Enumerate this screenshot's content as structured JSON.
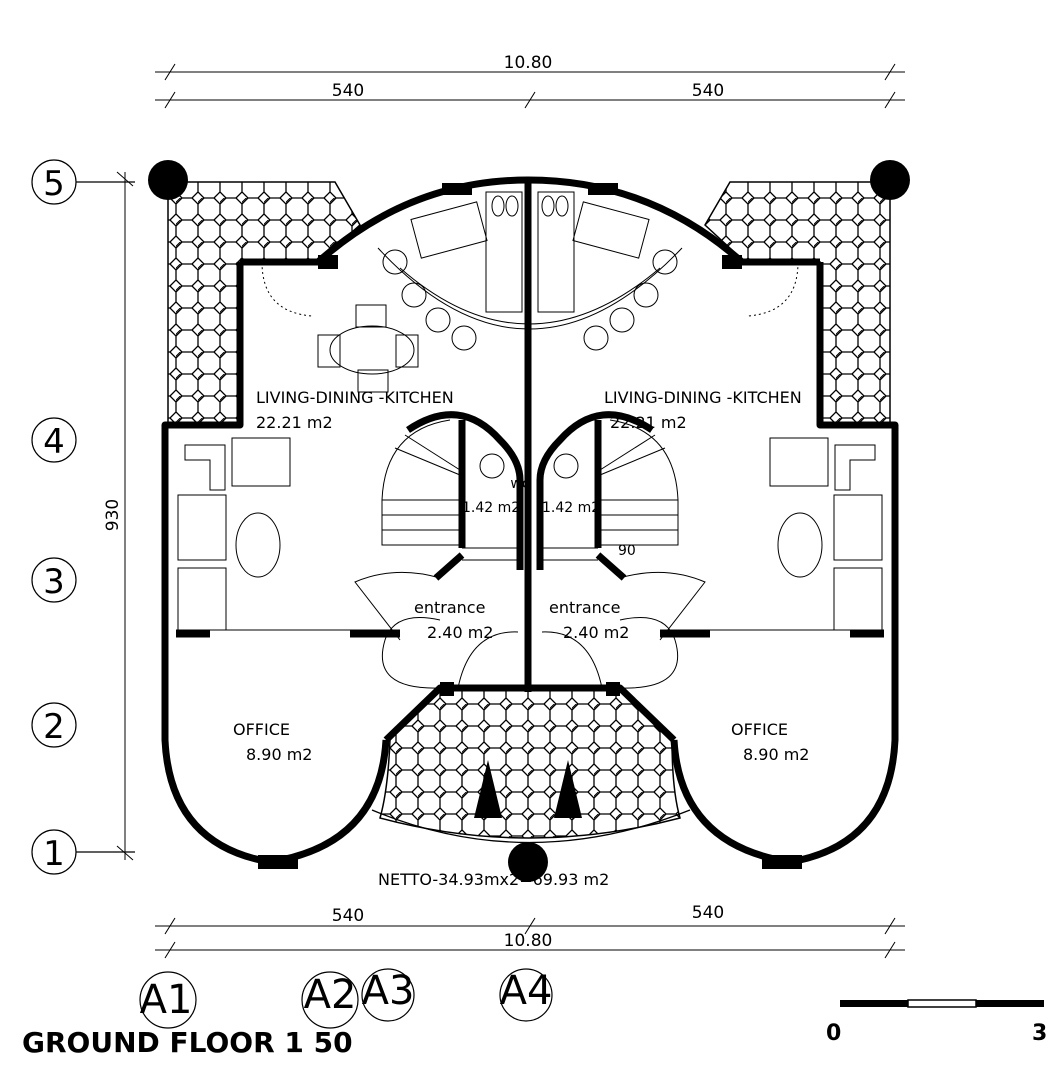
{
  "dimensions": {
    "top_total": "10.80",
    "top_left": "540",
    "top_right": "540",
    "bottom_left": "540",
    "bottom_right": "540",
    "bottom_total": "10.80",
    "vertical": "930"
  },
  "grid_rows": [
    "5",
    "4",
    "3",
    "2",
    "1"
  ],
  "grid_cols": [
    "A1",
    "A2",
    "A3",
    "A4"
  ],
  "rooms": {
    "ldk_left_name": "LIVING-DINING -KITCHEN",
    "ldk_left_area": "22.21 m2",
    "ldk_right_name": "LIVING-DINING -KITCHEN",
    "ldk_right_area": "22.21 m2",
    "wc_label": "wc",
    "wc_left_area": "1.42 m2",
    "wc_right_area": "1.42 m2",
    "entrance_left_name": "entrance",
    "entrance_left_area": "2.40 m2",
    "entrance_right_name": "entrance",
    "entrance_right_area": "2.40 m2",
    "office_left_name": "OFFICE",
    "office_left_area": "8.90 m2",
    "office_right_name": "OFFICE",
    "office_right_area": "8.90 m2",
    "stair_angle": "90"
  },
  "netto": "NETTO-34.93mx2=69.93 m2",
  "title": "GROUND FLOOR 1  50",
  "scale_bar": {
    "start": "0",
    "end": "3"
  }
}
